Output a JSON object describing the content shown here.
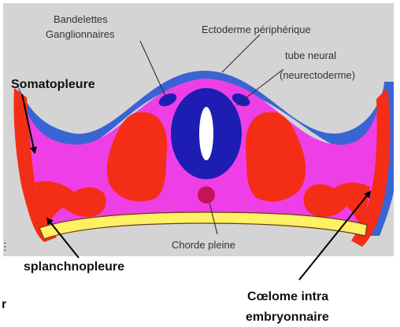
{
  "labels": {
    "bandelettes_line1": "Bandelettes",
    "bandelettes_line2": "Ganglionnaires",
    "ectoderme": "Ectoderme périphérique",
    "tube_neural_line1": "tube neural",
    "tube_neural_line2": "(neurectoderme)",
    "somatopleure": "Somatopleure",
    "chorde": "Chorde pleine",
    "splanchnopleure": "splanchnopleure",
    "coelome_line1": "Cœlome intra",
    "coelome_line2": "embryonnaire",
    "left_edge_char": "r",
    "left_mid_char": "⋮"
  },
  "colors": {
    "background_panel": "#d4d4d4",
    "ectoderm": "#3a64d4",
    "mesenchyme": "#ee3fe6",
    "somite_red": "#f42d16",
    "neural_tube": "#1d1db4",
    "neural_lumen": "#ffffff",
    "notochord": "#c4135a",
    "endoderm": "#fff064",
    "arrows": "#000000"
  }
}
